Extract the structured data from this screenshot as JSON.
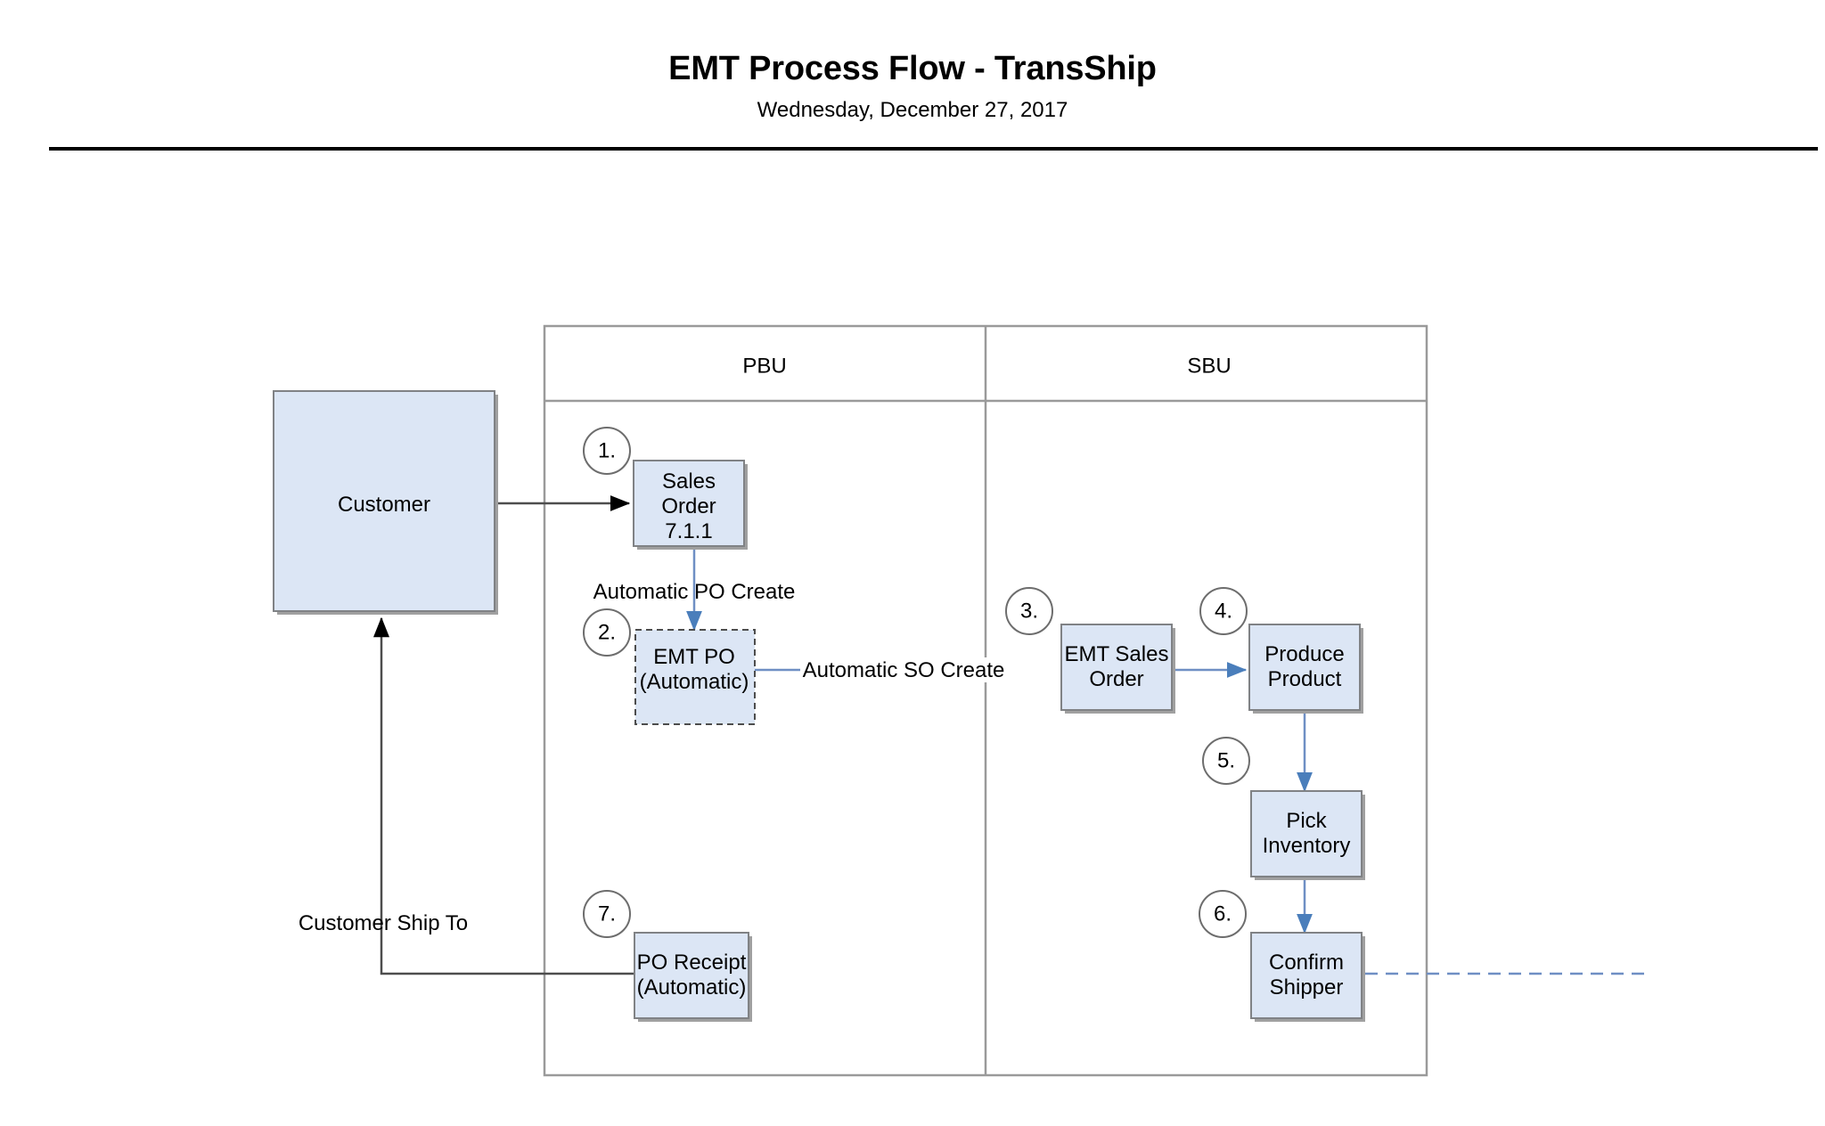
{
  "document": {
    "title": "EMT Process Flow - TransShip",
    "subtitle": "Wednesday, December 27, 2017"
  },
  "diagram": {
    "type": "swimlane-flowchart",
    "lanes": [
      {
        "id": "pbu",
        "label": "PBU"
      },
      {
        "id": "sbu",
        "label": "SBU"
      }
    ],
    "external_nodes": [
      {
        "id": "customer",
        "label": "Customer",
        "shape": "rect",
        "border": "solid"
      }
    ],
    "nodes": [
      {
        "id": "sales-order",
        "lane": "pbu",
        "step": "1.",
        "lines": [
          "Sales",
          "Order",
          "7.1.1"
        ],
        "border": "solid"
      },
      {
        "id": "emt-po",
        "lane": "pbu",
        "step": "2.",
        "lines": [
          "EMT PO",
          "(Automatic)"
        ],
        "border": "dashed"
      },
      {
        "id": "emt-sales-order",
        "lane": "sbu",
        "step": "3.",
        "lines": [
          "EMT Sales",
          "Order"
        ],
        "border": "solid"
      },
      {
        "id": "produce-product",
        "lane": "sbu",
        "step": "4.",
        "lines": [
          "Produce",
          "Product"
        ],
        "border": "solid"
      },
      {
        "id": "pick-inventory",
        "lane": "sbu",
        "step": "5.",
        "lines": [
          "Pick",
          "Inventory"
        ],
        "border": "solid"
      },
      {
        "id": "confirm-shipper",
        "lane": "sbu",
        "step": "6.",
        "lines": [
          "Confirm",
          "Shipper"
        ],
        "border": "solid"
      },
      {
        "id": "po-receipt",
        "lane": "pbu",
        "step": "7.",
        "lines": [
          "PO Receipt",
          "(Automatic)"
        ],
        "border": "solid"
      }
    ],
    "edges": [
      {
        "from": "customer",
        "to": "sales-order",
        "label": "",
        "style": "solid-black"
      },
      {
        "from": "sales-order",
        "to": "emt-po",
        "label": "Automatic PO Create",
        "style": "solid-blue"
      },
      {
        "from": "emt-po",
        "to": "emt-sales-order",
        "label": "Automatic SO Create",
        "style": "solid-blue"
      },
      {
        "from": "emt-sales-order",
        "to": "produce-product",
        "label": "",
        "style": "solid-blue"
      },
      {
        "from": "produce-product",
        "to": "pick-inventory",
        "label": "",
        "style": "solid-blue"
      },
      {
        "from": "pick-inventory",
        "to": "confirm-shipper",
        "label": "",
        "style": "solid-blue"
      },
      {
        "from": "confirm-shipper",
        "to": "po-receipt",
        "label": "",
        "style": "dashed-blue"
      },
      {
        "from": "po-receipt",
        "to": "customer",
        "label": "Customer Ship To",
        "style": "solid-black"
      }
    ],
    "edge_labels": {
      "automatic_po_create": "Automatic PO Create",
      "automatic_so_create": "Automatic SO Create",
      "customer_ship_to": "Customer Ship To"
    },
    "step_markers": [
      "1.",
      "2.",
      "3.",
      "4.",
      "5.",
      "6.",
      "7."
    ],
    "colors": {
      "node_fill": "#dce6f5",
      "node_border": "#808285",
      "lane_border": "#9a9a9a",
      "connector_blue": "#6f8fc4",
      "connector_black": "#4d4d4d",
      "text": "#000000",
      "background": "#ffffff"
    }
  }
}
